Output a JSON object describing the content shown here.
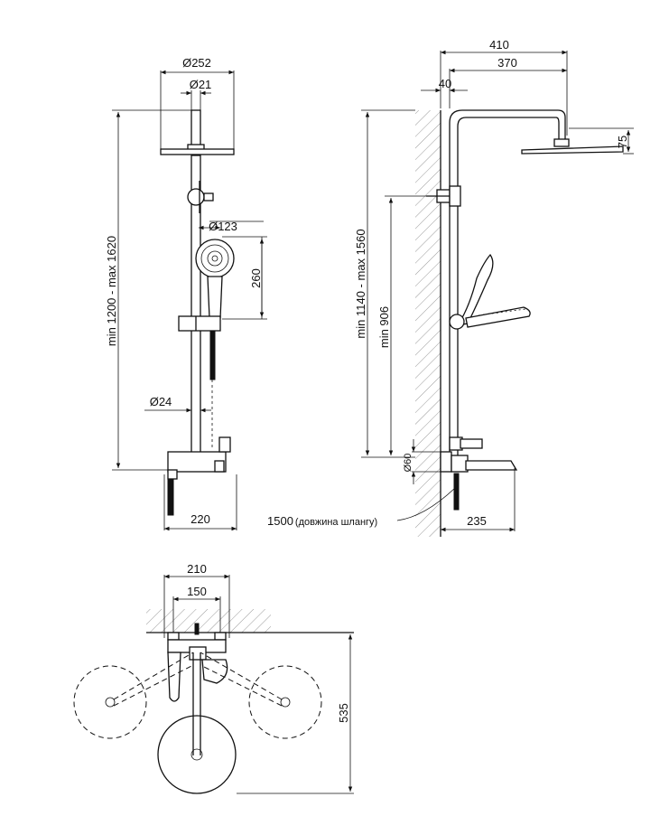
{
  "front_view": {
    "head_diameter": "Ø252",
    "arm_diameter": "Ø21",
    "hand_shower_diameter": "Ø123",
    "hand_shower_height": "260",
    "height_range": "min 1200 - max 1620",
    "pipe_diameter": "Ø24",
    "mixer_width": "220"
  },
  "side_view": {
    "total_depth": "410",
    "arm_reach": "370",
    "wall_offset": "40",
    "head_height": "75",
    "height_range": "min 1140 - max 1560",
    "bracket_height": "min 906",
    "mixer_diameter": "Ø60",
    "hose_length": "1500",
    "hose_length_note": "(довжина шлангу)",
    "spout_reach": "235"
  },
  "top_view": {
    "mount_width": "210",
    "mount_spacing": "150",
    "depth": "535"
  }
}
